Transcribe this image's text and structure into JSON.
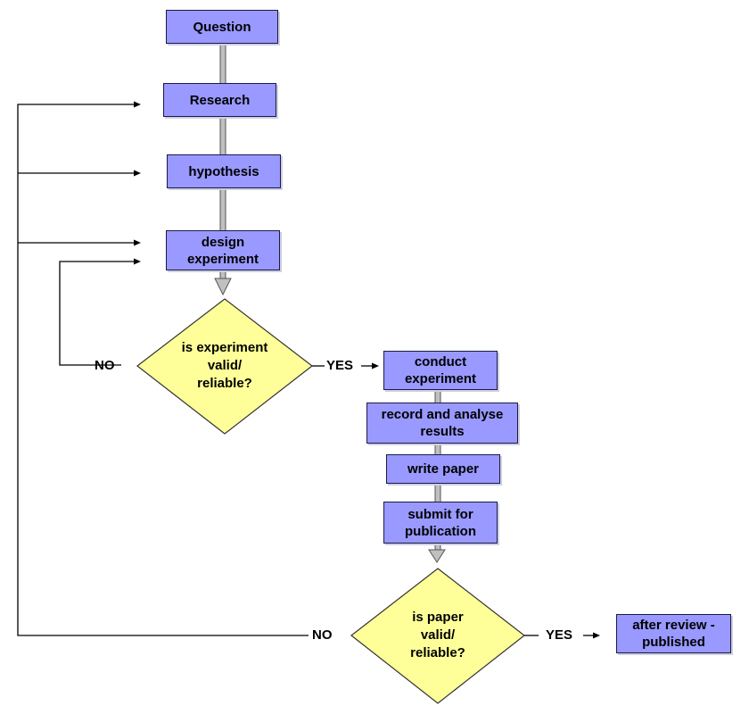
{
  "colors": {
    "process_fill": "#9999ff",
    "decision_fill": "#ffff99",
    "connector": "#000000",
    "shaft_fill": "#c0c0c0"
  },
  "nodes": {
    "question": "Question",
    "research": "Research",
    "hypothesis": "hypothesis",
    "design_experiment": "design\nexperiment",
    "experiment_valid": "is experiment\nvalid/\nreliable?",
    "conduct_experiment": "conduct\nexperiment",
    "record_results": "record and analyse\nresults",
    "write_paper": "write paper",
    "submit_publication": "submit for\npublication",
    "paper_valid": "is paper\nvalid/\nreliable?",
    "published": "after review -\npublished"
  },
  "edge_labels": {
    "experiment_no": "NO",
    "experiment_yes": "YES",
    "paper_no": "NO",
    "paper_yes": "YES"
  }
}
